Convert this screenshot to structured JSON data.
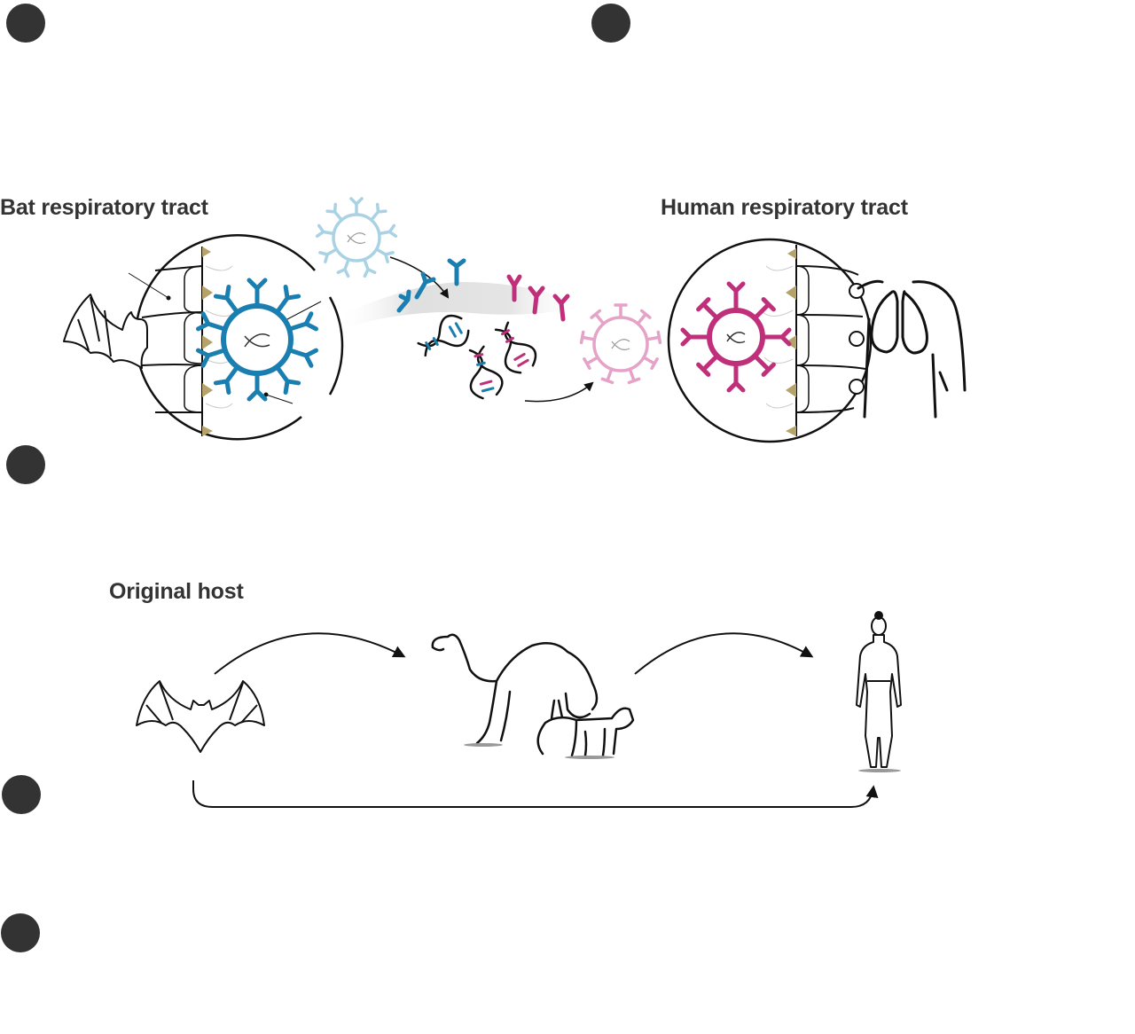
{
  "labels": {
    "bat_tract": "Bat respiratory tract",
    "human_tract": "Human respiratory tract",
    "original_host": "Original host"
  },
  "colors": {
    "marker": "#333333",
    "bat_virus": "#1a7fb0",
    "bat_virus_light": "#a9d3e4",
    "human_virus": "#c0307a",
    "human_virus_light": "#e6a3c8",
    "cilia_tan": "#b5a36b",
    "outline": "#111111"
  },
  "icons": [
    "bat-icon",
    "camel-icon",
    "civet-icon",
    "human-icon",
    "virus-icon",
    "antibody-icon",
    "dna-icon",
    "lungs-icon"
  ]
}
